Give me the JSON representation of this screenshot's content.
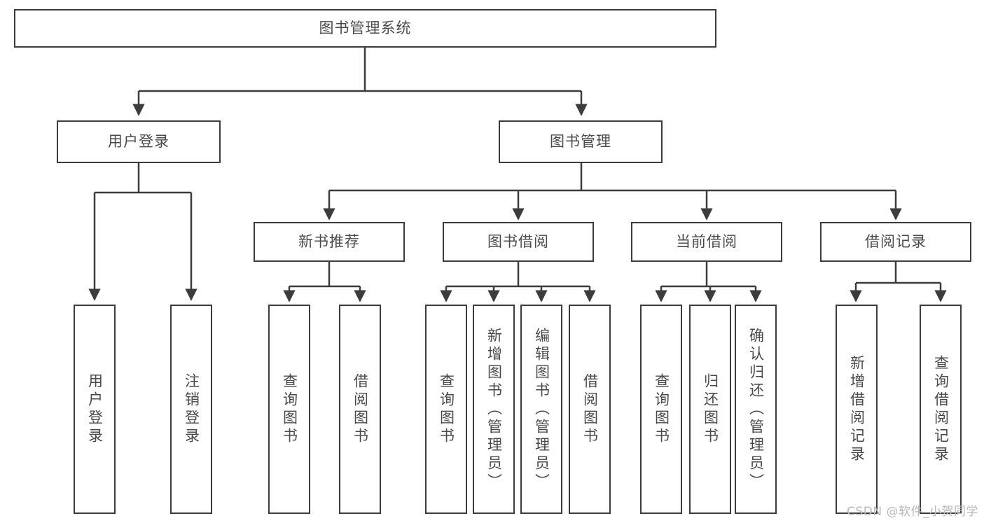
{
  "diagram": {
    "title": "图书管理系统",
    "root": {
      "label": "图书管理系统"
    },
    "level2": [
      {
        "label": "用户登录"
      },
      {
        "label": "图书管理"
      }
    ],
    "level3": [
      {
        "label": "新书推荐"
      },
      {
        "label": "图书借阅"
      },
      {
        "label": "当前借阅"
      },
      {
        "label": "借阅记录"
      }
    ],
    "leaves": {
      "user_login": [
        {
          "label": "用户登录"
        },
        {
          "label": "注销登录"
        }
      ],
      "new_book_recommend": [
        {
          "label": "查询图书"
        },
        {
          "label": "借阅图书"
        }
      ],
      "book_borrow": [
        {
          "label": "查询图书"
        },
        {
          "label": "新增图书（管理员）"
        },
        {
          "label": "编辑图书（管理员）"
        },
        {
          "label": "借阅图书"
        }
      ],
      "current_borrow": [
        {
          "label": "查询图书"
        },
        {
          "label": "归还图书"
        },
        {
          "label": "确认归还（管理员）"
        }
      ],
      "borrow_records": [
        {
          "label": "新增借阅记录"
        },
        {
          "label": "查询借阅记录"
        }
      ]
    }
  },
  "watermark": {
    "text": "CSDN @软件_小贺同学"
  },
  "colors": {
    "box_border": "#3c3c3c",
    "text": "#4a4a4a",
    "background": "#ffffff",
    "watermark": "#b9b9b9"
  }
}
